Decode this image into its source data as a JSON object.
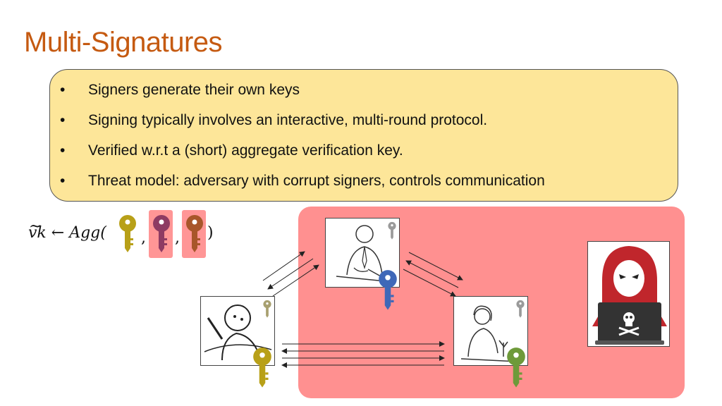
{
  "slide": {
    "title": "Multi-Signatures",
    "bullets": [
      {
        "marker": "•",
        "text": "Signers generate their own keys"
      },
      {
        "marker": "•",
        "text": "Signing typically involves an interactive, multi-round protocol."
      },
      {
        "marker": "•",
        "text": "Verified w.r.t a (short) aggregate verification key."
      },
      {
        "marker": "•",
        "text": "Threat model: adversary with corrupt signers, controls communication"
      }
    ]
  },
  "formula": {
    "vk": "vk",
    "arrow": "←",
    "agg": "Agg(",
    "comma": ",",
    "close": ")"
  },
  "colors": {
    "title": "#c55a11",
    "bullet_box": "#fde699",
    "adversary_region": "#ff9090",
    "key_gold": "#b8a018",
    "key_purple": "#8e3b63",
    "key_brown": "#a8562a",
    "key_blue": "#3f68b8",
    "key_green": "#6e9a3a",
    "key_small": "#9a9a9a",
    "hacker": "#c0262c"
  },
  "icons": {
    "keys": [
      "key-icon"
    ],
    "signers": [
      "signer-man-icon",
      "signer-cartoon-icon",
      "signer-woman-icon"
    ],
    "adversary": "hacker-icon"
  }
}
